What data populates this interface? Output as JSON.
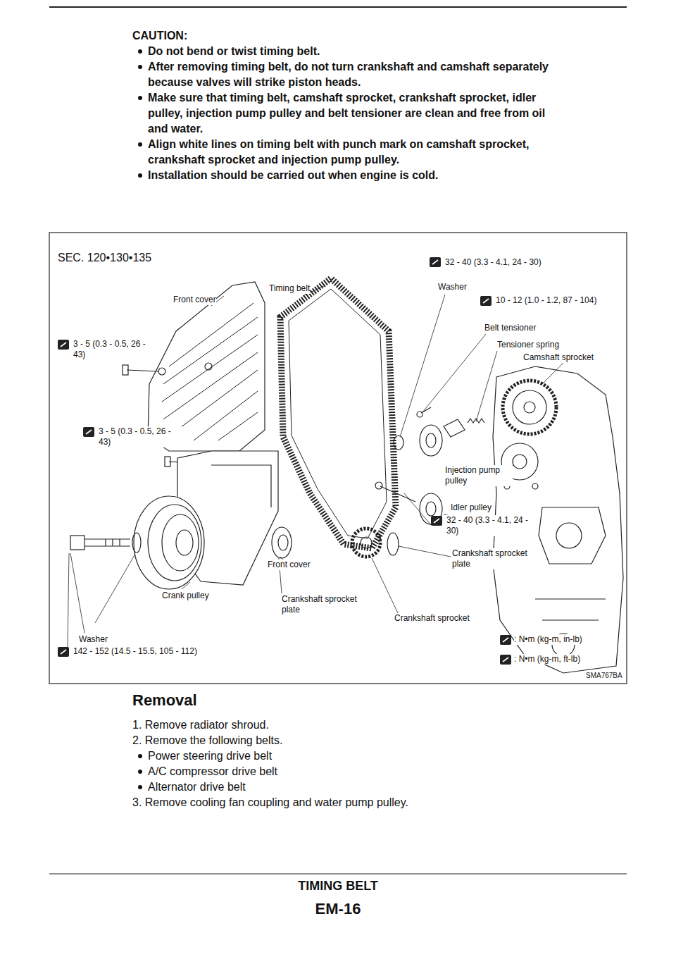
{
  "diagram": {
    "title": "TIMING BELT",
    "labels": [
      "CAUTION:",
      "Do not bend or twist timing belt.",
      "After removing timing belt, do not turn crankshaft and camshaft separately because valves will strike piston heads.",
      "Make sure that timing belt, camshaft sprocket, crankshaft sprocket, idler pulley, injection pump pulley and belt tensioner are clean and free from oil and water.",
      "Align white lines on timing belt with punch mark on camshaft sprocket, crankshaft sprocket and injection pump pulley.",
      "Installation should be carried out when engine is cold.",
      "SEC. 120•130•135",
      "32 - 40 (3.3 - 4.1, 24 - 30)",
      "Timing belt",
      "Washer",
      "10 - 12 (1.0 - 1.2, 87 - 104)",
      "Front cover",
      "Belt tensioner",
      "Tensioner spring",
      "Camshaft sprocket",
      "3 - 5 (0.3 - 0.5, 26 - 43)",
      "3 - 5 (0.3 - 0.5, 26 - 43)",
      "Injection pump pulley",
      "Idler pulley",
      "32 - 40 (3.3 - 4.1, 24 - 30)",
      "Crankshaft sprocket plate",
      "Front cover",
      "Crankshaft sprocket plate",
      "Crank pulley",
      "Crankshaft sprocket",
      "Washer",
      "142 - 152 (14.5 - 15.5, 105 - 112)",
      ": N•m (kg-m, in-lb)",
      ": N•m (kg-m, ft-lb)",
      "SMA767BA",
      "Removal",
      "1. Remove radiator shroud.",
      "2. Remove the following belts.",
      "Power steering drive belt",
      "A/C compressor drive belt",
      "Alternator drive belt",
      "3. Remove cooling fan coupling and water pump pulley.",
      "EM-16"
    ]
  }
}
